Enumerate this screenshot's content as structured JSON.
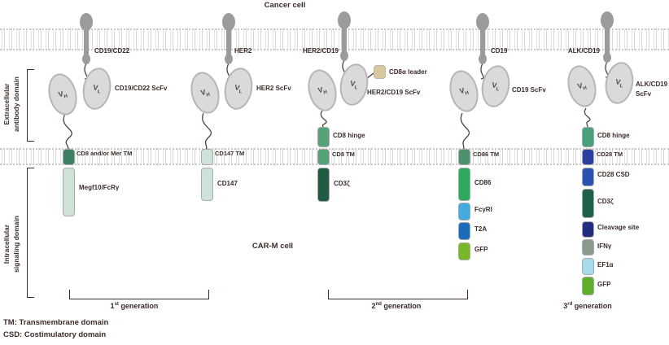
{
  "titles": {
    "cancer_cell": "Cancer cell",
    "car_m_cell": "CAR-M cell"
  },
  "side_labels": {
    "extracellular_line1": "Extracellular",
    "extracellular_line2": "antibody domain",
    "intracellular_line1": "Intracellular",
    "intracellular_line2": "signaling domain"
  },
  "oval_labels": {
    "v": "V",
    "h": "H",
    "l": "L"
  },
  "constructs": [
    {
      "antigen": "CD19/CD22",
      "scfv": "CD19/CD22 ScFv",
      "tm_label": "CD8 and/or Mer TM",
      "tm_color": "#3f7f63",
      "boxes": [
        {
          "label": "Megf10/FcRγ",
          "color": "#cfe2d8"
        }
      ]
    },
    {
      "antigen": "HER2",
      "scfv": "HER2 ScFv",
      "tm_label": "CD147 TM",
      "tm_color": "#cfe2d8",
      "boxes": [
        {
          "label": "CD147",
          "color": "#cfe2d8"
        }
      ]
    },
    {
      "antigen": "HER2/CD19",
      "scfv": "HER2/CD19 ScFv",
      "leader_label": "CD8α leader",
      "hinge_label": "CD8 hinge",
      "hinge_color": "#52a377",
      "tm_label": "CD8 TM",
      "tm_color": "#52a377",
      "boxes": [
        {
          "label": "CD3ζ",
          "color": "#1e5b41"
        }
      ]
    },
    {
      "antigen": "CD19",
      "scfv": "CD19 ScFv",
      "tm_label": "CD86 TM",
      "tm_color": "#4e8f6d",
      "boxes": [
        {
          "label": "CD86",
          "color": "#2fa95c"
        },
        {
          "label": "FcγRI",
          "color": "#45aadc"
        },
        {
          "label": "T2A",
          "color": "#1c6cb5"
        },
        {
          "label": "GFP",
          "color": "#76b82a"
        }
      ]
    },
    {
      "antigen": "ALK/CD19",
      "scfv_line1": "ALK/CD19",
      "scfv_line2": "ScFv",
      "hinge_label": "CD8 hinge",
      "hinge_color": "#49a07b",
      "tm_label": "CD28 TM",
      "tm_color": "#2b3f9e",
      "boxes": [
        {
          "label": "CD28 CSD",
          "color": "#2b52ae"
        },
        {
          "label": "CD3ζ",
          "color": "#20604a"
        },
        {
          "label": "Cleavage site",
          "color": "#232d80"
        },
        {
          "label": "IFNγ",
          "color": "#8a9a8e"
        },
        {
          "label": "EF1α",
          "color": "#a8dcec"
        },
        {
          "label": "GFP",
          "color": "#5fae2b"
        }
      ]
    }
  ],
  "generations": [
    {
      "num": "1",
      "sup": "st",
      "word": "generation"
    },
    {
      "num": "2",
      "sup": "nd",
      "word": "generation"
    },
    {
      "num": "3",
      "sup": "rd",
      "word": "generation"
    }
  ],
  "legend": {
    "line1": "TM: Transmembrane domain",
    "line2": "CSD: Costimulatory domain"
  }
}
